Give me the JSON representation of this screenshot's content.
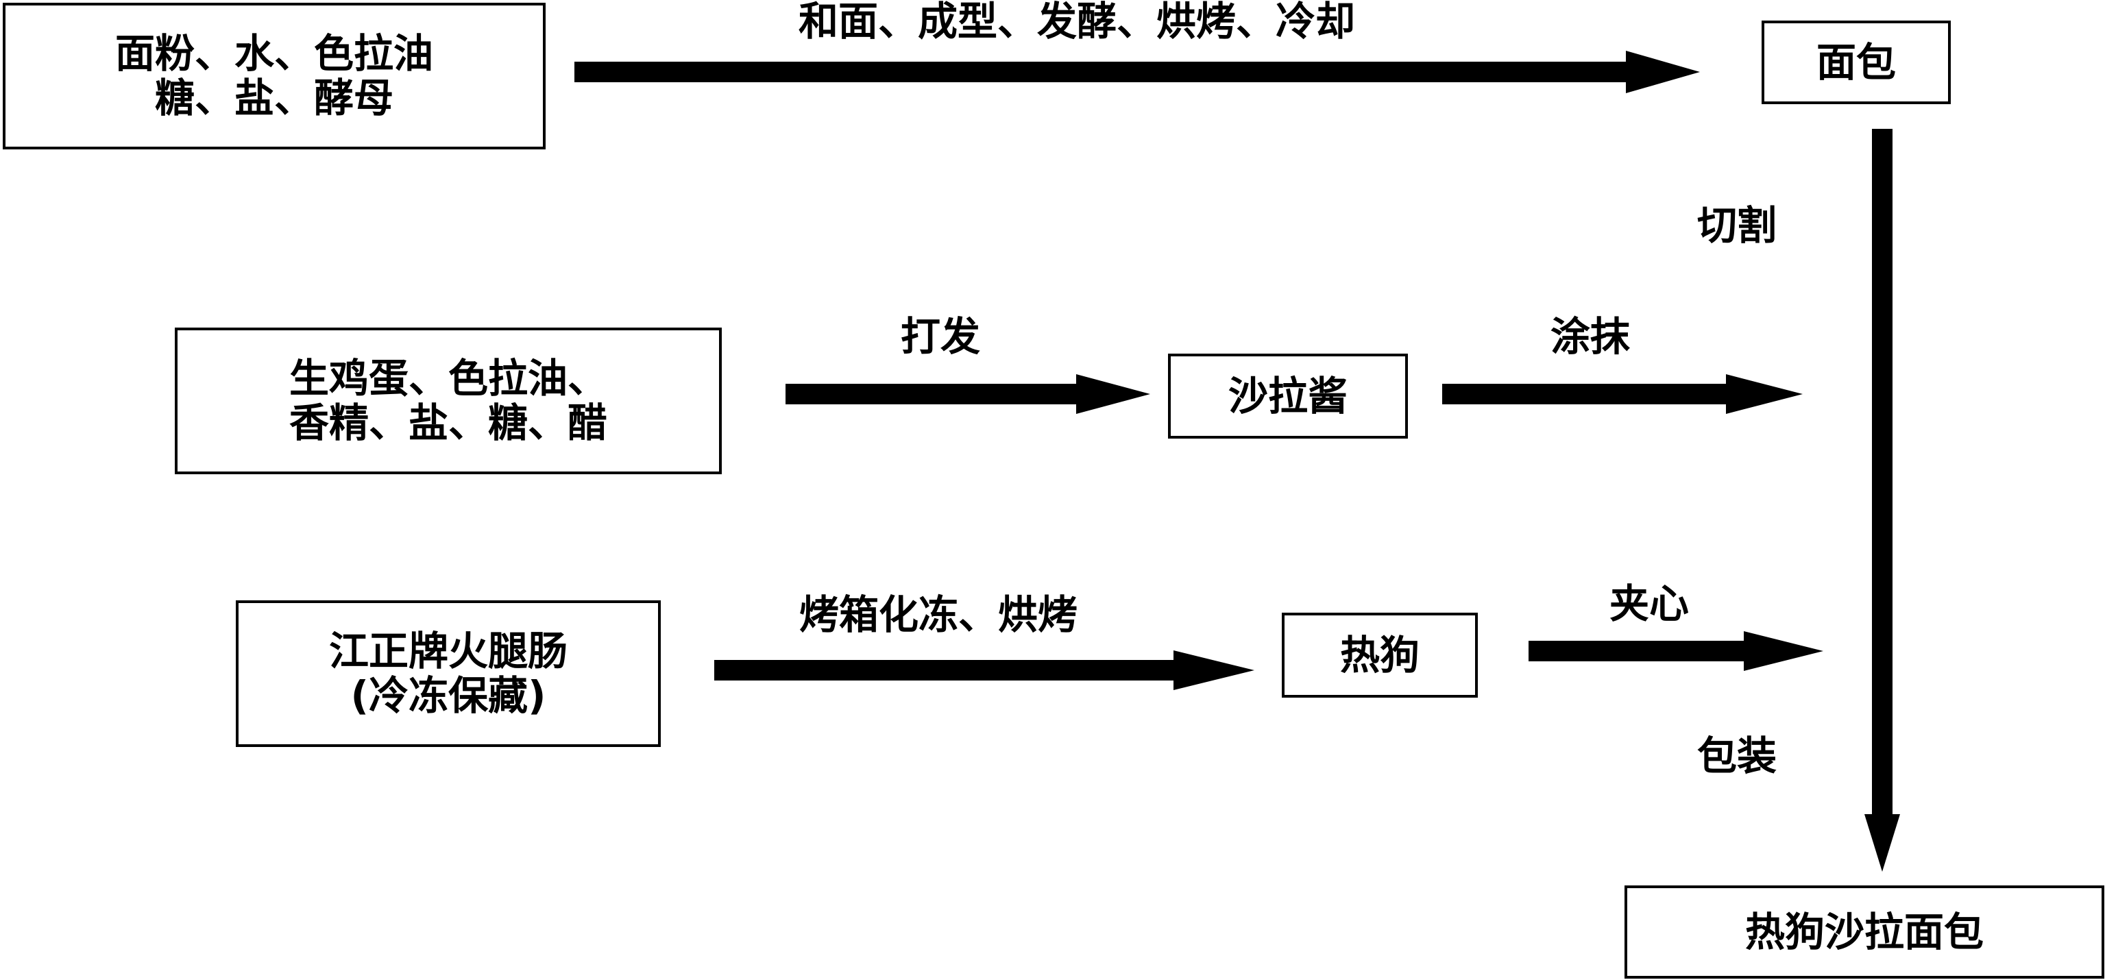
{
  "nodes": {
    "ingredients_bread": {
      "line1": "面粉、水、色拉油",
      "line2": "糖、盐、酵母"
    },
    "bread": "面包",
    "ingredients_sauce": {
      "line1": "生鸡蛋、色拉油、",
      "line2": "香精、盐、糖、醋"
    },
    "salad_sauce": "沙拉酱",
    "ham_sausage": {
      "line1": "江正牌火腿肠",
      "line2": "(冷冻保藏)"
    },
    "hotdog": "热狗",
    "final_product": "热狗沙拉面包"
  },
  "steps": {
    "bread_process": "和面、成型、发酵、烘烤、冷却",
    "whip": "打发",
    "spread": "涂抹",
    "thaw_bake": "烤箱化冻、烘烤",
    "fill": "夹心",
    "cut": "切割",
    "package": "包装"
  }
}
